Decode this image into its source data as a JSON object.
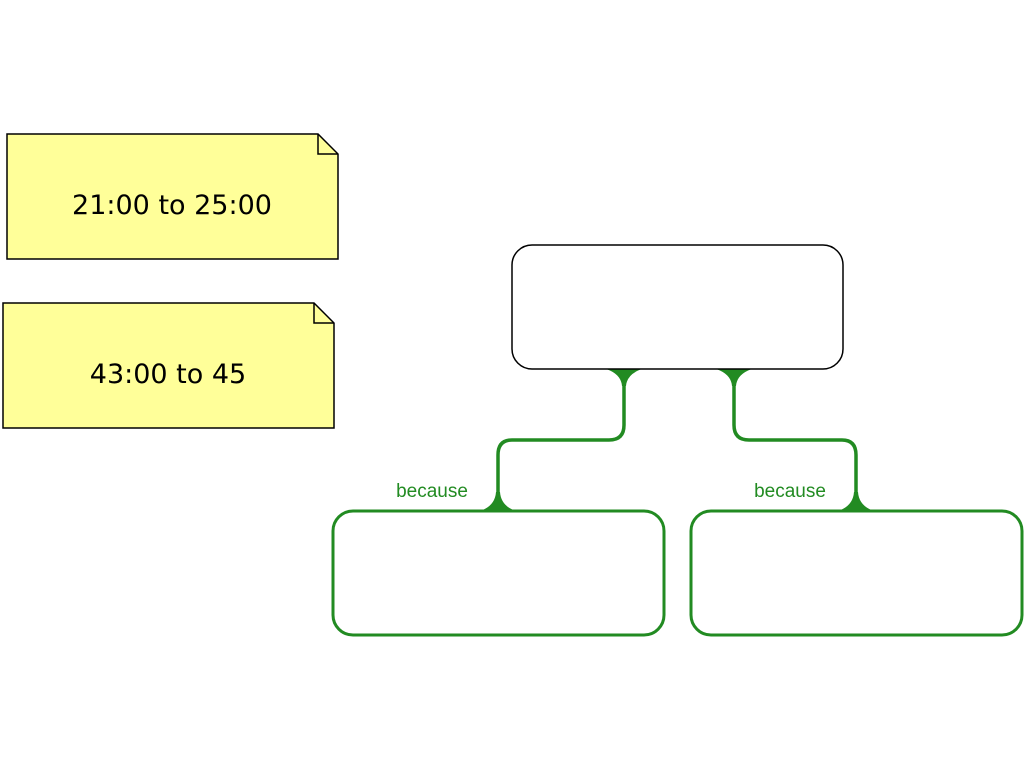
{
  "colors": {
    "note_fill": "#ffff99",
    "note_stroke": "#000000",
    "node_stroke": "#000000",
    "child_stroke": "#228b22",
    "connector": "#228b22",
    "label": "#228b22"
  },
  "notes": [
    {
      "text": "21:00 to 25:00"
    },
    {
      "text": "43:00 to 45"
    }
  ],
  "diagram": {
    "root": {
      "text": ""
    },
    "children": [
      {
        "link_label": "because",
        "text": ""
      },
      {
        "link_label": "because",
        "text": ""
      }
    ]
  }
}
